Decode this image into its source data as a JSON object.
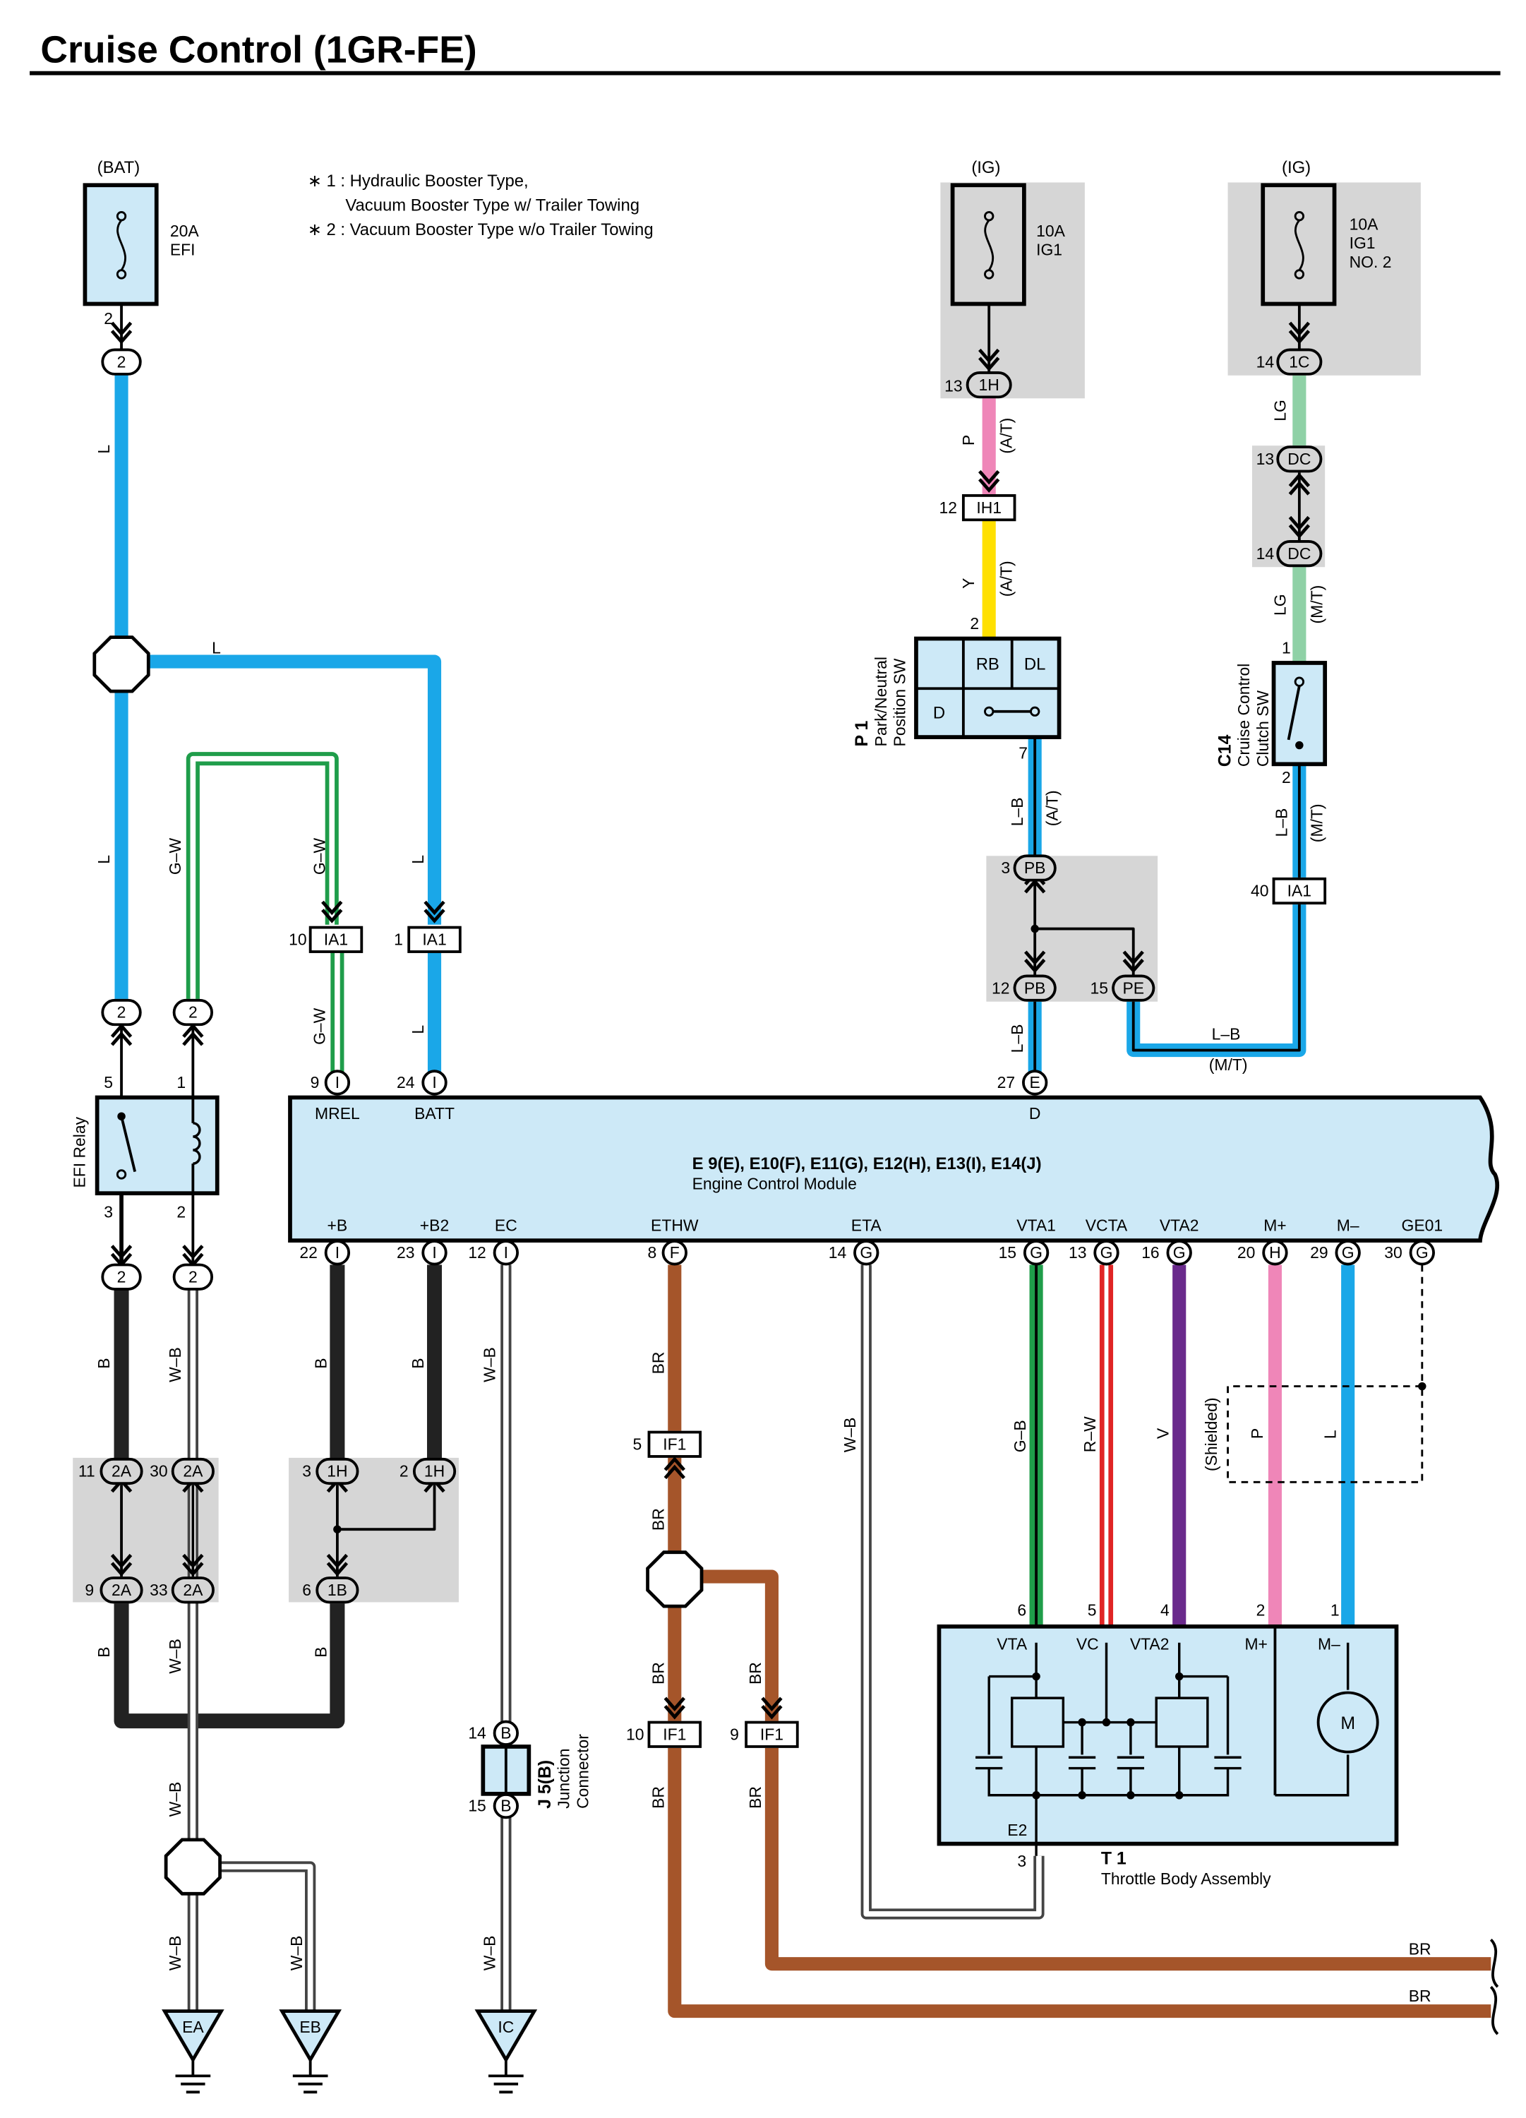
{
  "title": "Cruise Control (1GR-FE)",
  "notes": [
    "∗ 1 : Hydraulic Booster Type,",
    "Vacuum Booster Type w/ Trailer Towing",
    "∗ 2 : Vacuum Booster Type w/o Trailer Towing"
  ],
  "power": {
    "bat": "(BAT)",
    "ig1": "(IG)",
    "ig2": "(IG)",
    "fuse_efi": [
      "20A",
      "EFI"
    ],
    "fuse_ig1": [
      "10A",
      "IG1"
    ],
    "fuse_ig1no2": [
      "10A",
      "IG1",
      "NO. 2"
    ]
  },
  "connectors": {
    "c_2": "2",
    "c_1H": "1H",
    "c_1C": "1C",
    "c_IH1": "IH1",
    "c_DC": "DC",
    "c_IA1": "IA1",
    "c_PB": "PB",
    "c_PE": "PE",
    "c_I": "I",
    "c_E": "E",
    "c_F": "F",
    "c_G": "G",
    "c_H": "H",
    "c_2A": "2A",
    "c_1B": "1B",
    "c_IF1": "IF1",
    "c_B": "B"
  },
  "pins": {
    "p2": "2",
    "p13": "13",
    "p12": "12",
    "p14": "14",
    "p1": "1",
    "p7": "7",
    "p3": "3",
    "p15": "15",
    "p40": "40",
    "p10": "10",
    "p5": "5",
    "p9": "9",
    "p24": "24",
    "p27": "27",
    "p22": "22",
    "p23": "23",
    "p8": "8",
    "p16": "16",
    "p20": "20",
    "p29": "29",
    "p30": "30",
    "p11": "11",
    "p33": "33",
    "p6": "6",
    "p4": "4"
  },
  "wires": {
    "L": "L",
    "G_W": "G–W",
    "B": "B",
    "W_B": "W–B",
    "P": "P",
    "Y": "Y",
    "LG": "LG",
    "L_B": "L–B",
    "BR": "BR",
    "G_B": "G–B",
    "R_W": "R–W",
    "V": "V",
    "AT": "(A/T)",
    "MT": "(M/T)",
    "shielded": "(Shielded)"
  },
  "components": {
    "p1_id": "P 1",
    "p1_name": [
      "Park/Neutral",
      "Position SW"
    ],
    "p1_cells": [
      "RB",
      "DL",
      "D"
    ],
    "c14_id": "C14",
    "c14_name": [
      "Cruise Control",
      "Clutch SW"
    ],
    "efi_relay": "EFI Relay",
    "ecm_connectors": "E 9(E), E10(F), E11(G), E12(H), E13(I), E14(J)",
    "ecm_name": "Engine Control Module",
    "ecm_top": [
      "MREL",
      "BATT",
      "D"
    ],
    "ecm_bottom": [
      "+B",
      "+B2",
      "EC",
      "ETHW",
      "ETA",
      "VTA1",
      "VCTA",
      "VTA2",
      "M+",
      "M–",
      "GE01"
    ],
    "j5_id": "J 5(B)",
    "j5_name": [
      "Junction",
      "Connector"
    ],
    "t1_id": "T 1",
    "t1_name": "Throttle Body Assembly",
    "t1_pins": [
      "VTA",
      "VC",
      "VTA2",
      "M+",
      "M–",
      "E2"
    ],
    "motor": "M"
  },
  "grounds": [
    "EA",
    "EB",
    "IC"
  ]
}
